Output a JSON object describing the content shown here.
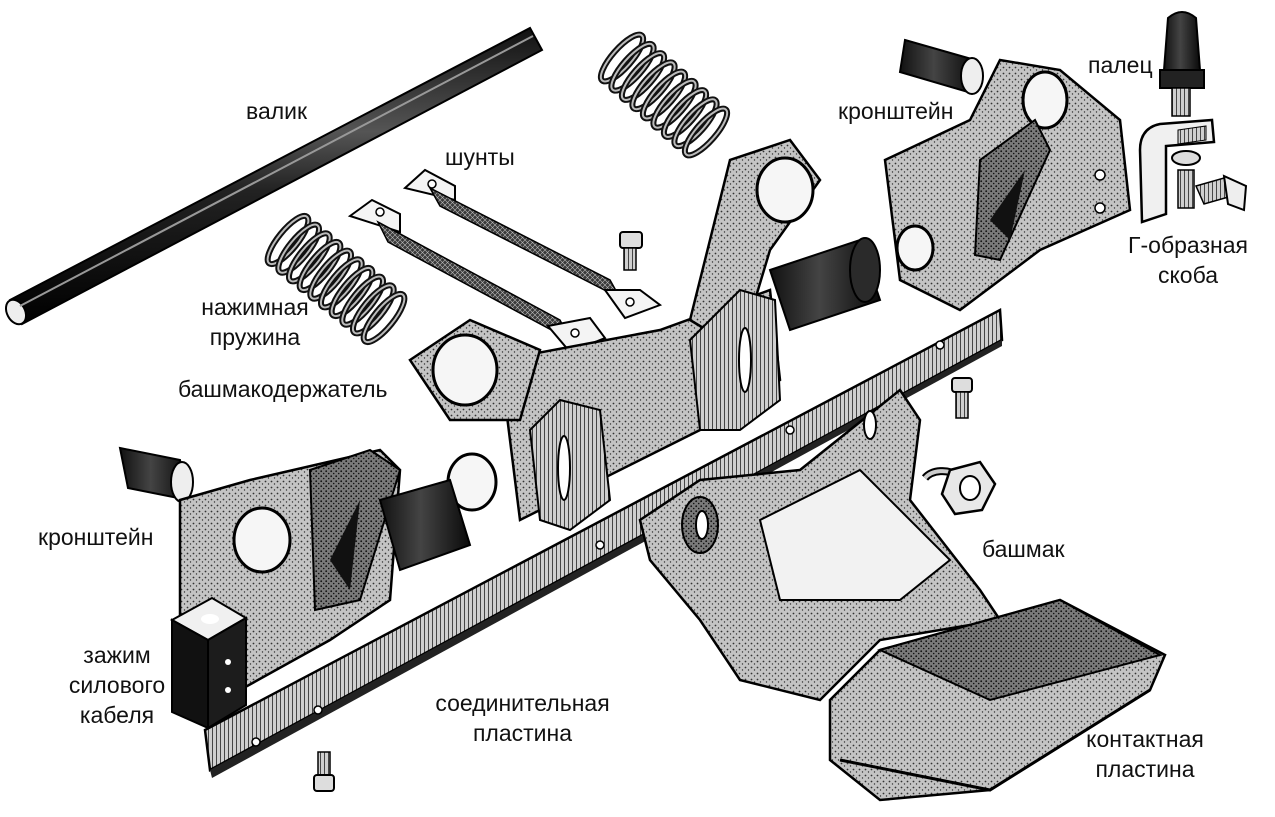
{
  "colors": {
    "ink": "#111111",
    "metal_fill": "#b9b9b9",
    "metal_dark": "#6a6a6a",
    "black_part": "#1c1c1c",
    "background": "#ffffff"
  },
  "labels": {
    "valik": "валик",
    "shunty": "шунты",
    "kronshtein_top": "кронштейн",
    "palets": "палец",
    "g_skoba_1": "Г-образная",
    "g_skoba_2": "скоба",
    "pruzhina_1": "нажимная",
    "pruzhina_2": "пружина",
    "bashmakoderzhatel": "башмакодержатель",
    "kronshtein_left": "кронштейн",
    "bashmak": "башмак",
    "zazhim_1": "зажим",
    "zazhim_2": "силового",
    "zazhim_3": "кабеля",
    "soed_plastina_1": "соединительная",
    "soed_plastina_2": "пластина",
    "kont_plastina_1": "контактная",
    "kont_plastina_2": "пластина"
  }
}
